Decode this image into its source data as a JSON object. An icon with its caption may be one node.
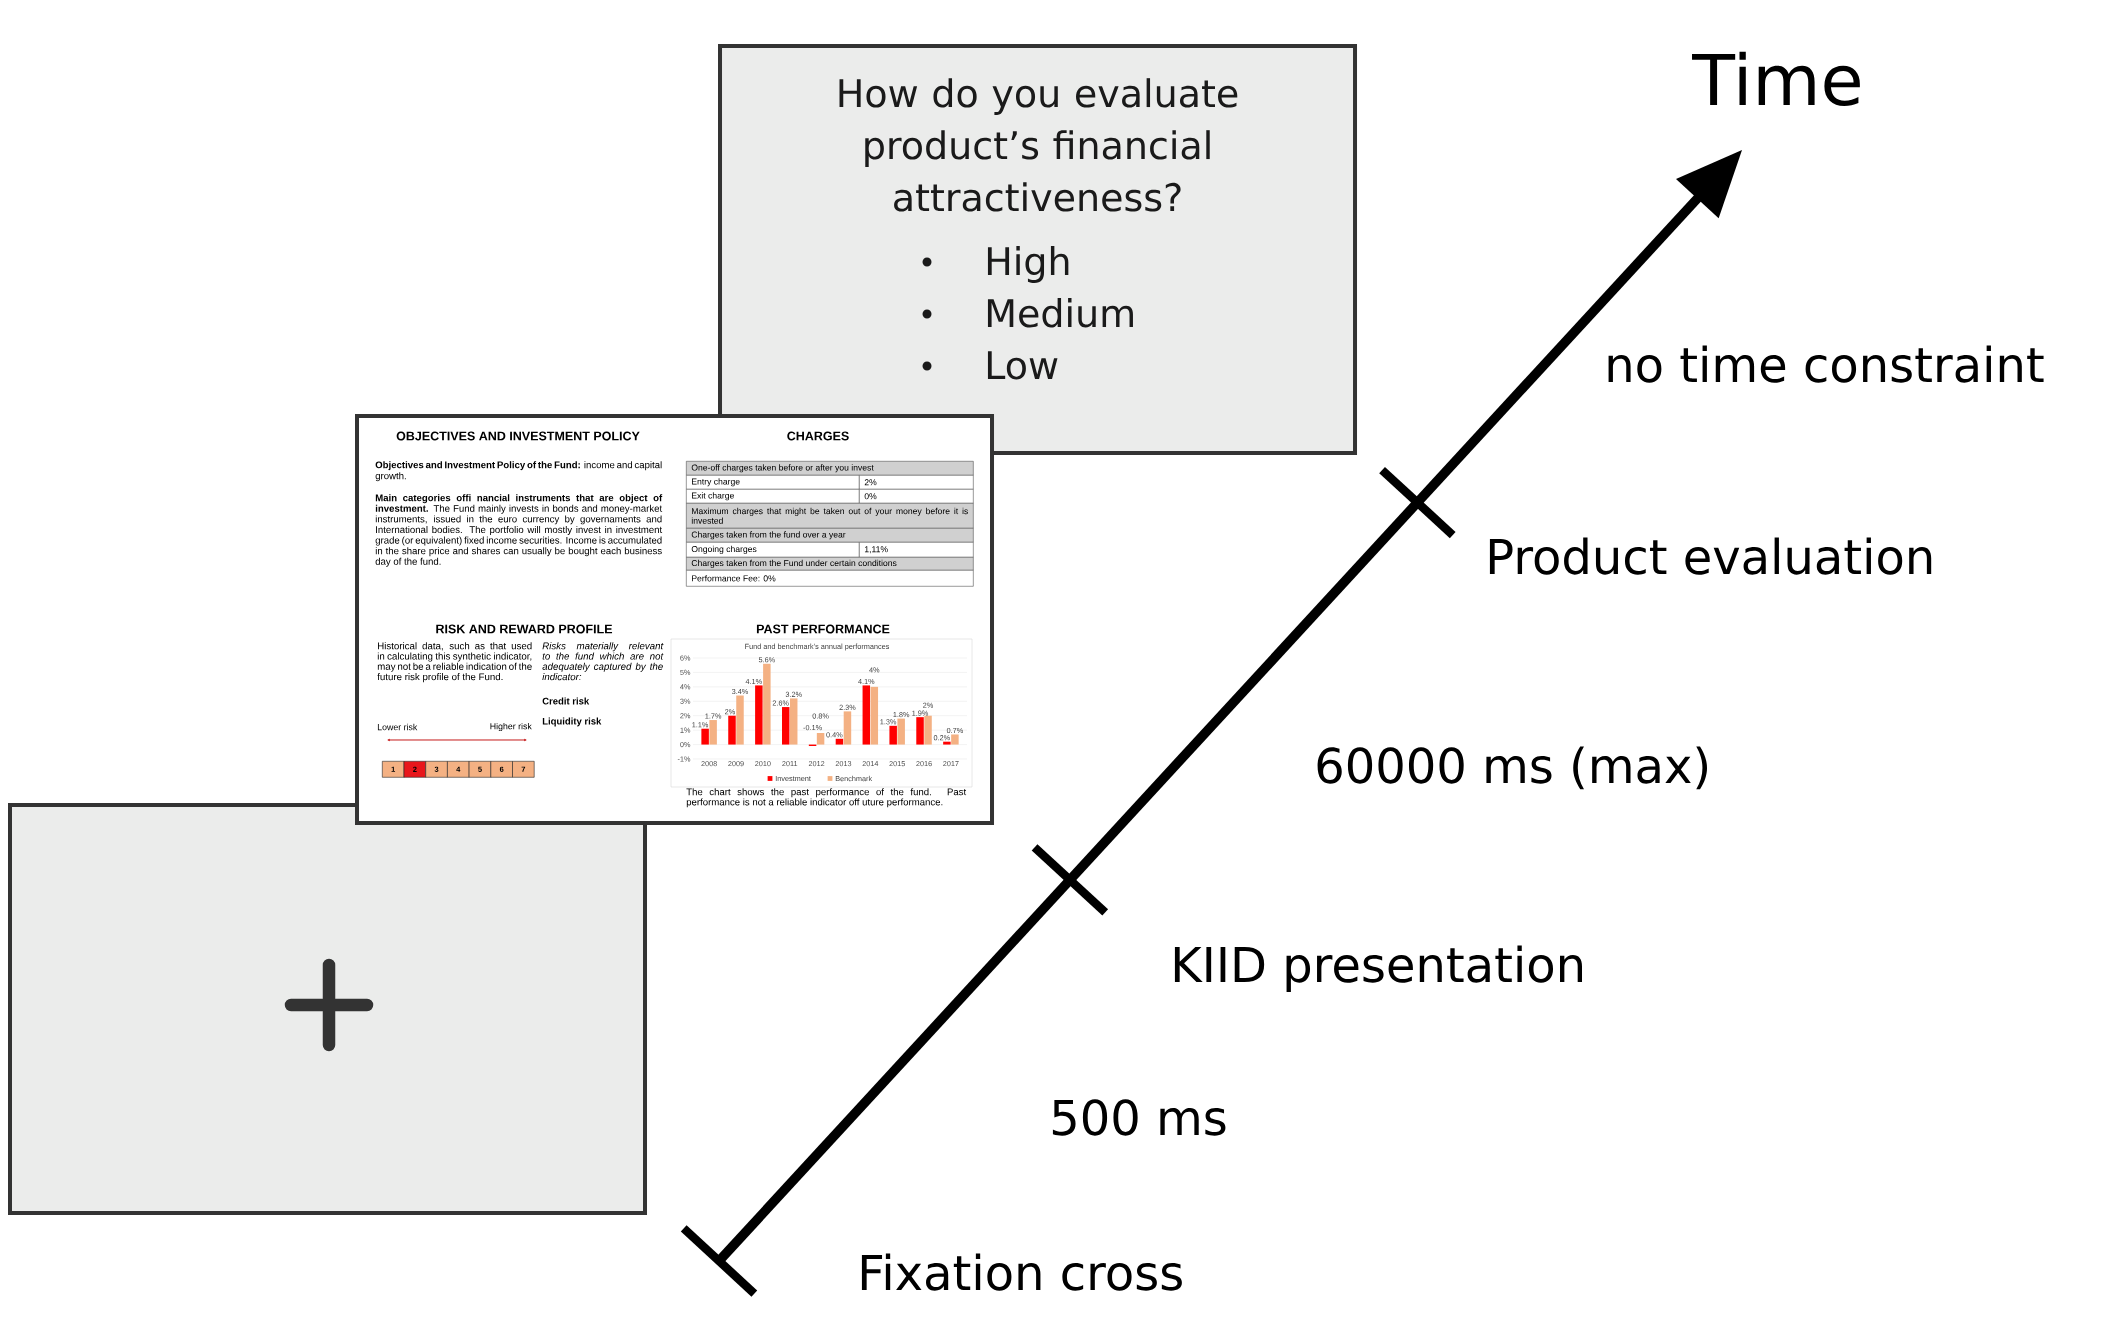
{
  "diagram": {
    "nodes": [
      {
        "text": [],
        "shape": "box"
      },
      {
        "text": [
          "OBJECTIVES AND INVESTMENT POLICY",
          "**Objectives and Investment Policy of the Fund:** income and capital growth.",
          "**Main categories offi nancial instruments that are object of investment.** The Fund mainly invests in bonds and money-market instruments, issued in the euro currency by governaments and International bodies. The portfolio will mostly invest in investment grade (or equivalent) fixed income securities. Income is accumulated in the share price and shares can usually be bought each business day of the fund.",
          "CHARGES",
          "RISK AND REWARD PROFILE",
          "Historical data, such as that used in calculating this synthetic indicator, may not be a reliable indication of the future risk profile of the Fund.",
          "Risks materially relevant to the fund which are not adequately captured by the indicator:",
          "Credit risk",
          "Liquidity risk",
          "Lower risk",
          "Higher risk",
          "PAST PERFORMANCE",
          "The chart shows the past performance of the fund. Past performance is not a reliable indicator off uture performance."
        ]
      },
      {
        "text": [
          "One-off charges taken before or after you invest"
        ],
        "in": 1
      },
      {
        "text": [
          "Entry charge"
        ],
        "in": 1
      },
      {
        "text": [
          "2%"
        ],
        "in": 1
      },
      {
        "text": [
          "Exit charge"
        ],
        "in": 1
      },
      {
        "text": [
          "0%"
        ],
        "in": 1
      },
      {
        "text": [
          "Maximum charges that might be taken out of your money before it is invested"
        ],
        "in": 1
      },
      {
        "text": [
          "Charges taken from the fund over a year"
        ],
        "in": 1
      },
      {
        "text": [
          "Ongoing charges"
        ],
        "in": 1
      },
      {
        "text": [
          "1,11%"
        ],
        "in": 1
      },
      {
        "text": [
          "Charges taken from the Fund under certain conditions"
        ],
        "in": 1
      },
      {
        "text": [
          "Performance Fee: 0%"
        ],
        "in": 1
      },
      {
        "text": [
          "1"
        ],
        "in": 1
      },
      {
        "text": [
          "2"
        ],
        "in": 1
      },
      {
        "text": [
          "3"
        ],
        "in": 1
      },
      {
        "text": [
          "4"
        ],
        "in": 1
      },
      {
        "text": [
          "5"
        ],
        "in": 1
      },
      {
        "text": [
          "6"
        ],
        "in": 1
      },
      {
        "text": [
          "7"
        ],
        "in": 1
      },
      {
        "text": [
          "How do you evaluate product’s financial attractiveness?",
          "High",
          "Medium",
          "Low"
        ]
      }
    ],
    "labels": [
      "Time",
      "no time constraint",
      "Product evaluation",
      "60000 ms (max)",
      "KIID presentation",
      "500 ms",
      "Fixation cross"
    ],
    "chart_data": {
      "type": "bar",
      "title": "Fund and benchmark’s annual performances",
      "categories": [
        "2008",
        "2009",
        "2010",
        "2011",
        "2012",
        "2013",
        "2014",
        "2015",
        "2016",
        "2017"
      ],
      "series": [
        {
          "name": "Investment",
          "color": "#ff0000",
          "values": [
            1.1,
            2,
            4.1,
            2.6,
            -0.1,
            0.4,
            4.1,
            1.3,
            1.9,
            0.2
          ]
        },
        {
          "name": "Benchmark",
          "color": "#f4b183",
          "values": [
            1.7,
            3.4,
            5.6,
            3.2,
            0.8,
            2.3,
            4,
            1.8,
            2,
            0.7
          ]
        }
      ],
      "ylim": [
        -1,
        6
      ],
      "yticks": [
        {
          "value": -1,
          "label": "-1%"
        },
        {
          "value": 0,
          "label": "0%"
        },
        {
          "value": 1,
          "label": "1%"
        },
        {
          "value": 2,
          "label": "2%"
        },
        {
          "value": 3,
          "label": "3%"
        },
        {
          "value": 4,
          "label": "4%"
        },
        {
          "value": 5,
          "label": "5%"
        },
        {
          "value": 6,
          "label": "6%"
        }
      ],
      "grid": true,
      "legend": "bottom",
      "value_labels": [
        [
          "1.1%",
          "2%",
          "4.1%",
          "2.6%",
          "-0.1%",
          "0.4%",
          "4.1%",
          "1.3%",
          "1.9%",
          "0.2%"
        ],
        [
          "1.7%",
          "3.4%",
          "5.6%",
          "3.2%",
          "0.8%",
          "2.3%",
          "4%",
          "1.8%",
          "2%",
          "0.7%"
        ]
      ]
    }
  }
}
